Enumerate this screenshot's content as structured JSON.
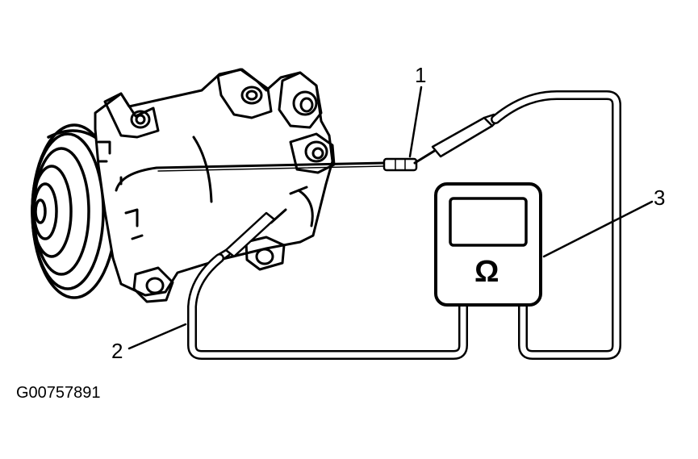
{
  "figure": {
    "id_code": "G00757891",
    "meter_symbol": "Ω",
    "callouts": [
      {
        "num": "1"
      },
      {
        "num": "2"
      },
      {
        "num": "3"
      }
    ]
  },
  "colors": {
    "ink": "#000000",
    "paper": "#ffffff"
  }
}
